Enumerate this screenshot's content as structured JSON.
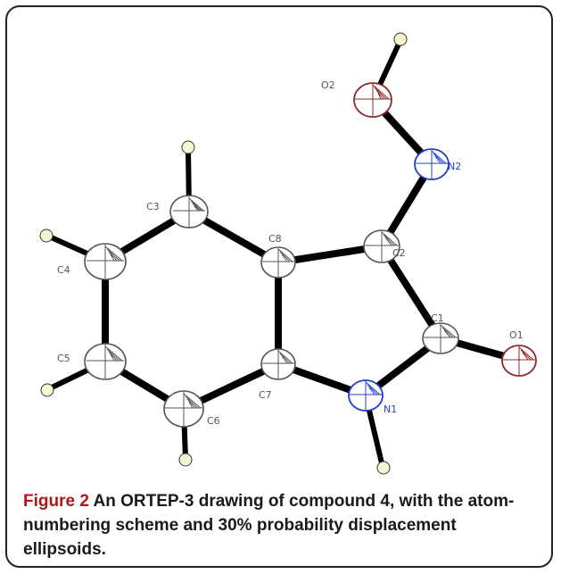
{
  "caption": {
    "figure_label": "Figure 2",
    "text": " An ORTEP-3 drawing of compound 4, with the atom-numbering scheme and 30% probability displacement ellipsoids."
  },
  "colors": {
    "carbon": "#555555",
    "oxygen": "#8b2a2a",
    "nitrogen": "#1f3fd0",
    "hydrogen_fill": "#f6f7d2",
    "bond": "#000000",
    "figure_label": "#b01818"
  },
  "atom_labels": {
    "O2": "O2",
    "N2": "N2",
    "C1": "C1",
    "C2": "C2",
    "O1": "O1",
    "N1": "N1",
    "C3": "C3",
    "C4": "C4",
    "C5": "C5",
    "C6": "C6",
    "C7": "C7",
    "C8": "C8"
  }
}
